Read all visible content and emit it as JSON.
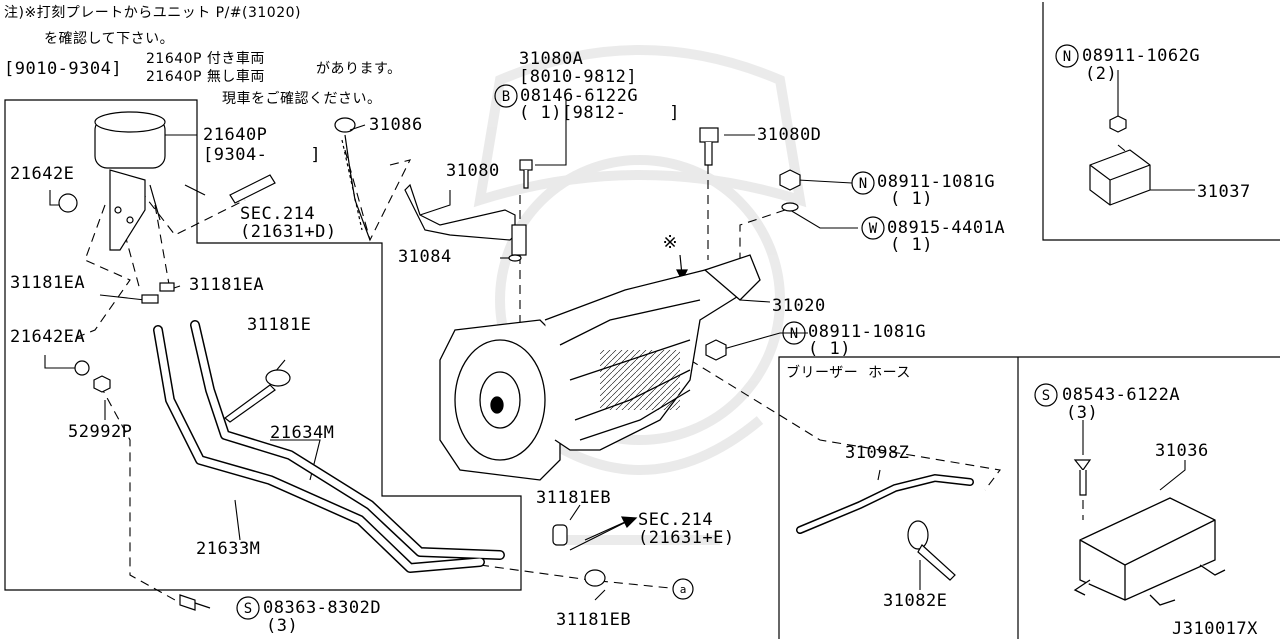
{
  "note": {
    "line1": "注)※打刻プレートからユニット P/#(31020)",
    "line2": "を確認して下さい。",
    "range": "[9010-9304]",
    "opt1": "21640P 付き車両",
    "opt2": "21640P 無し車両",
    "tail": "があります。",
    "line4": "現車をご確認ください。"
  },
  "parts": {
    "p21640P": "21640P",
    "p21640P_range": "[9304-    ]",
    "p21642E": "21642E",
    "p31181EA_a": "31181EA",
    "p31181EA_b": "31181EA",
    "p21642EA": "21642EA",
    "p52992P": "52992P",
    "p31181E": "31181E",
    "p21634M": "21634M",
    "p21633M": "21633M",
    "sec214_d": "SEC.214",
    "sec214_d_ref": "(21631+D)",
    "p31086": "31086",
    "p31080": "31080",
    "p31084": "31084",
    "p31080A": "31080A",
    "p31080A_range": "[8010-9812]",
    "b_code": "08146-6122G",
    "b_qty": "( 1)[9812-    ]",
    "p31080D": "31080D",
    "n1_code": "08911-1081G",
    "n1_qty": "( 1)",
    "w_code": "08915-4401A",
    "w_qty": "( 1)",
    "p31020": "31020",
    "n2_code": "08911-1081G",
    "n2_qty": "( 1)",
    "p31181EB_a": "31181EB",
    "sec214_e": "SEC.214",
    "sec214_e_ref": "(21631+E)",
    "p31181EB_b": "31181EB",
    "s1_code": "08363-8302D",
    "s1_qty": "(3)",
    "n3_code": "08911-1062G",
    "n3_qty": "(2)",
    "p31037": "31037",
    "breather_title": "ブリーザー  ホース",
    "p31098Z": "31098Z",
    "p31082E": "31082E",
    "s2_code": "08543-6122A",
    "s2_qty": "(3)",
    "p31036": "31036",
    "diagram_id": "J310017X"
  },
  "symbols": {
    "N": "N",
    "B": "B",
    "W": "W",
    "S": "S",
    "a": "a",
    "ref_mark": "※"
  }
}
